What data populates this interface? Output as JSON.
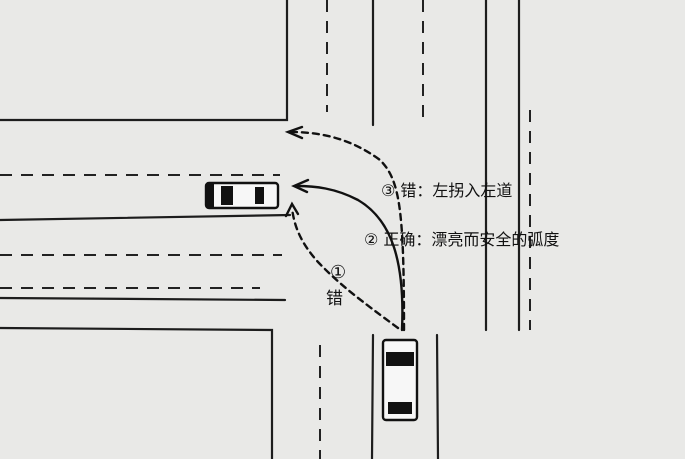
{
  "labels": {
    "wrong_turn_label": "③ 错：左拐入左道",
    "correct_turn_label": "② 正确：漂亮而安全的弧度",
    "wrong_short_label_num": "①",
    "wrong_short_label": "错"
  },
  "colors": {
    "paper": "#e9e9e7",
    "ink": "#111111",
    "car_body": "#f7f7f7"
  }
}
